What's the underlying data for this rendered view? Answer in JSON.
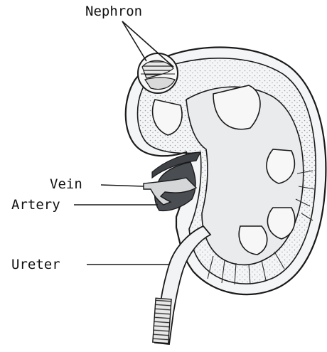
{
  "labels": {
    "nephron": "Nephron",
    "vein": "Vein",
    "artery": "Artery",
    "ureter": "Ureter"
  },
  "colors": {
    "outline": "#1a1a1a",
    "cortex_fill": "#d9dcde",
    "medulla_fill": "#e6e8ea",
    "vessel_dark": "#4a4d52",
    "vessel_light": "#c9cbcd",
    "stipple": "#555555"
  }
}
